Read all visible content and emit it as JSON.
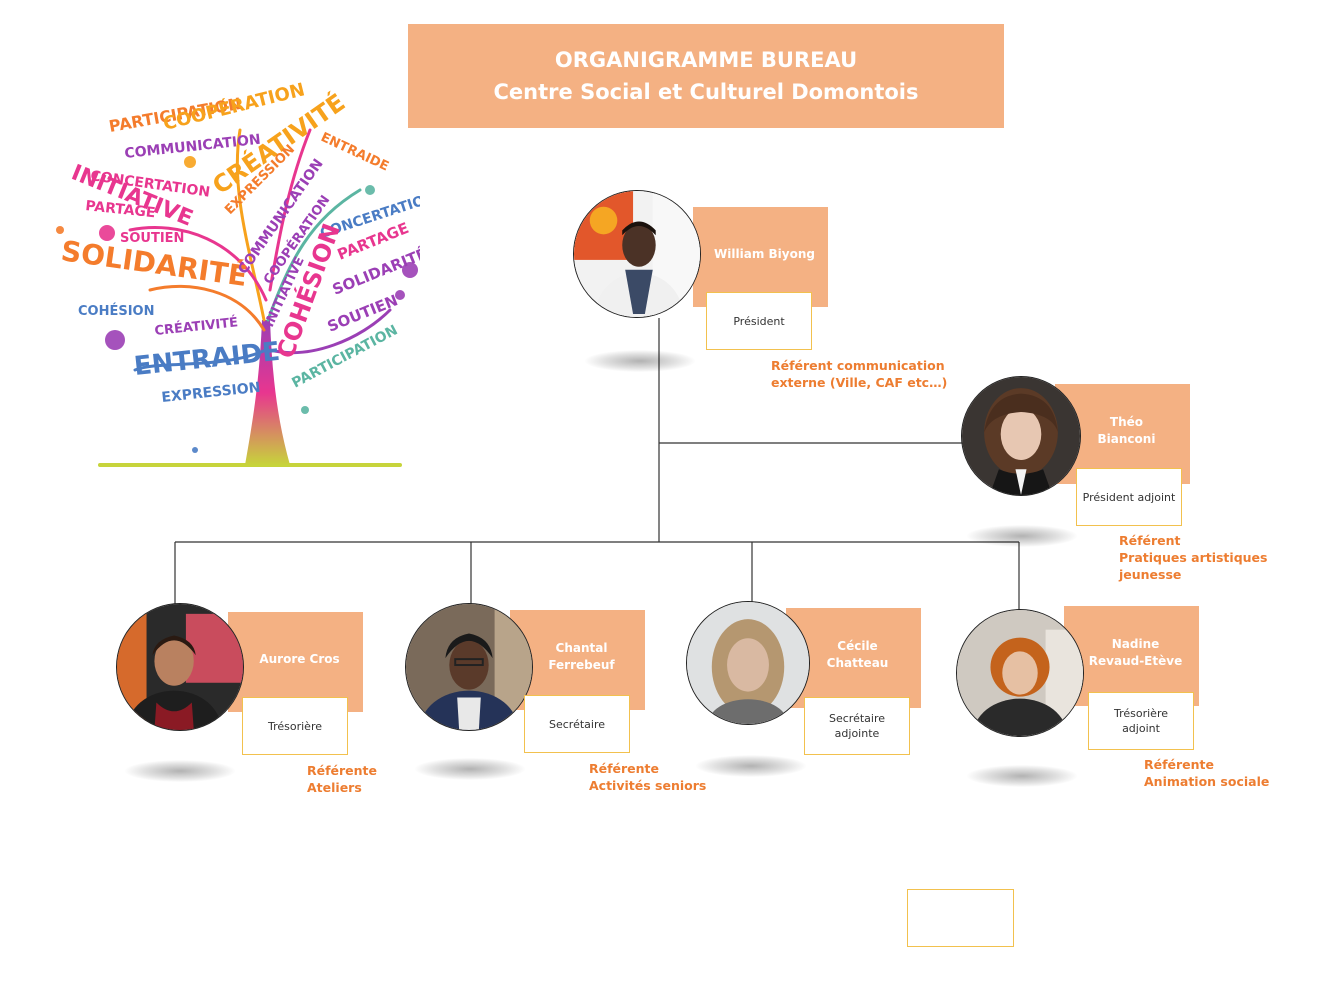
{
  "header": {
    "title_line1": "ORGANIGRAMME BUREAU",
    "title_line2": "Centre Social et Culturel Domontois"
  },
  "tree_logo": {
    "words": [
      "PARTICIPATION",
      "COOPÉRATION",
      "COMMUNICATION",
      "CRÉATIVITÉ",
      "ENTRAIDE",
      "CONCERTATION",
      "INITIATIVE",
      "EXPRESSION",
      "PARTAGE",
      "SOUTIEN",
      "SOLIDARITÉ",
      "COMMUNICATION",
      "COOPÉRATION",
      "CONCERTATION",
      "PARTAGE",
      "SOLIDARITÉ",
      "COHÉSION",
      "INITIATIVE",
      "COHÉSION",
      "SOUTIEN",
      "CRÉATIVITÉ",
      "ENTRAIDE",
      "PARTICIPATION",
      "EXPRESSION"
    ],
    "colors": [
      "#f7a21c",
      "#e8368f",
      "#9b3fb5",
      "#4a7cc4",
      "#5bb5a2",
      "#f47c2c",
      "#c7d43b"
    ]
  },
  "members": [
    {
      "name": "William Biyong",
      "role": "Président",
      "ref": "Référent communication\nexterne (Ville, CAF etc…)"
    },
    {
      "name": "Théo\nBianconi",
      "role": "Président adjoint",
      "ref": "Référent\nPratiques artistiques\njeunesse"
    },
    {
      "name": "Aurore Cros",
      "role": "Trésorière",
      "ref": "Référente\nAteliers"
    },
    {
      "name": "Chantal\nFerrebeuf",
      "role": "Secrétaire",
      "ref": "Référente\nActivités seniors"
    },
    {
      "name": "Cécile\nChatteau",
      "role": "Secrétaire\nadjointe",
      "ref": ""
    },
    {
      "name": "Nadine\nRevaud-Etève",
      "role": "Trésorière\nadjoint",
      "ref": "Référente\nAnimation sociale"
    }
  ],
  "colors": {
    "accent_box": "#f4b183",
    "accent_text": "#ed7d31",
    "role_border": "#f2c14e",
    "line": "#333333"
  }
}
